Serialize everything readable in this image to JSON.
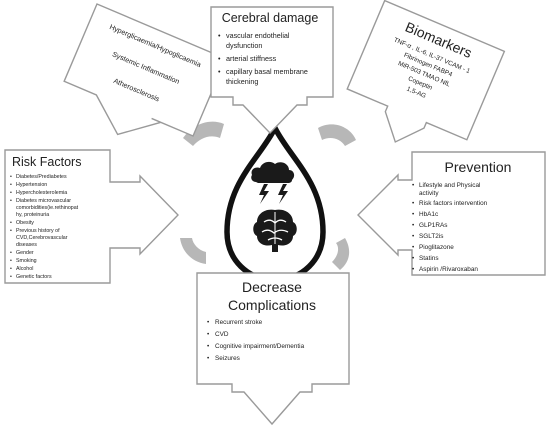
{
  "diagram": {
    "hyperglycaemia_box": {
      "lines": [
        "Hyperglicaemia/Hypoglicaemia",
        "Systemic Inflammation",
        "Atherosclerosis"
      ]
    },
    "cerebral_damage": {
      "title": "Cerebral damage",
      "items": [
        "vascular endothelial",
        "dysfunction",
        "arterial stiffness",
        "capillary basal membrane",
        "thickening"
      ]
    },
    "biomarkers": {
      "title": "Biomarkers",
      "lines": [
        "TNF-α , IL-6, IL-37 VCAM - 1",
        "Fibrinogen FABP4",
        "MiR-503 TMAO NfL",
        "Copeptin",
        "1,5-AG"
      ]
    },
    "risk_factors": {
      "title": "Risk Factors",
      "items": [
        "Diabetes/Prediabetes",
        "Hypertension",
        "Hypercholesterolemia",
        "Diabetes microvascular",
        "comorbidities(ie.rethinopat",
        "hy, proteinuria",
        "Obesity",
        "Previous history of",
        "CVD,Cerebrovascular",
        "diseases",
        "Gender",
        "Smoking",
        "Alcohol",
        "Genetic factors"
      ]
    },
    "prevention": {
      "title": "Prevention",
      "items": [
        "Lifestyle and Physical",
        "activity",
        "Risk factors intervention",
        "HbA1c",
        "GLP1RAs",
        "SGLT2is",
        "Pioglitazone",
        "Statins",
        "Aspirin /Rivaroxaban"
      ]
    },
    "decrease_complications": {
      "title_line1": "Decrease",
      "title_line2": "Complications",
      "items": [
        "Recurrent stroke",
        "CVD",
        "Cognitive impairment/Dementia",
        "Seizures"
      ]
    },
    "colors": {
      "arrow_stroke": "#9a9a9a",
      "gear_fill": "#b7b7b7",
      "drop_stroke": "#111111",
      "icon_fill": "#1a1a1a"
    },
    "icons": [
      "storm-cloud-icon",
      "lightning-icon",
      "brain-icon"
    ]
  }
}
